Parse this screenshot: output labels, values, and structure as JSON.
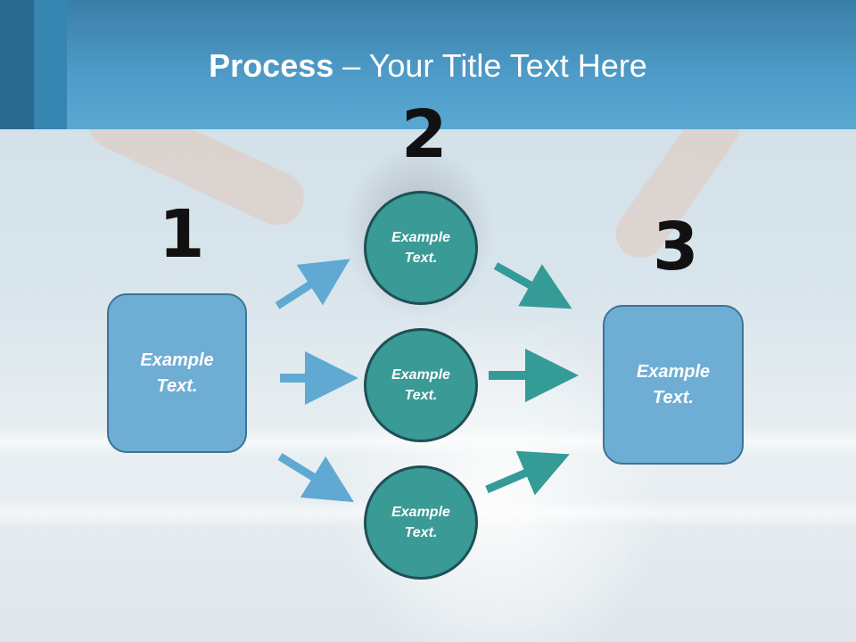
{
  "title": {
    "bold": "Process",
    "separator": " – ",
    "rest": "Your Title Text Here"
  },
  "steps": [
    {
      "number": "1",
      "label_line1": "Example",
      "label_line2": "Text."
    },
    {
      "number": "2",
      "circles": [
        {
          "line1": "Example",
          "line2": "Text."
        },
        {
          "line1": "Example",
          "line2": "Text."
        },
        {
          "line1": "Example",
          "line2": "Text."
        }
      ]
    },
    {
      "number": "3",
      "label_line1": "Example",
      "label_line2": "Text."
    }
  ],
  "colors": {
    "header": "#4f9cc9",
    "box_fill": "#6eaed4",
    "circle_fill": "#3a9a95",
    "arrow_left": "#5fa9d2",
    "arrow_right": "#359b97"
  }
}
